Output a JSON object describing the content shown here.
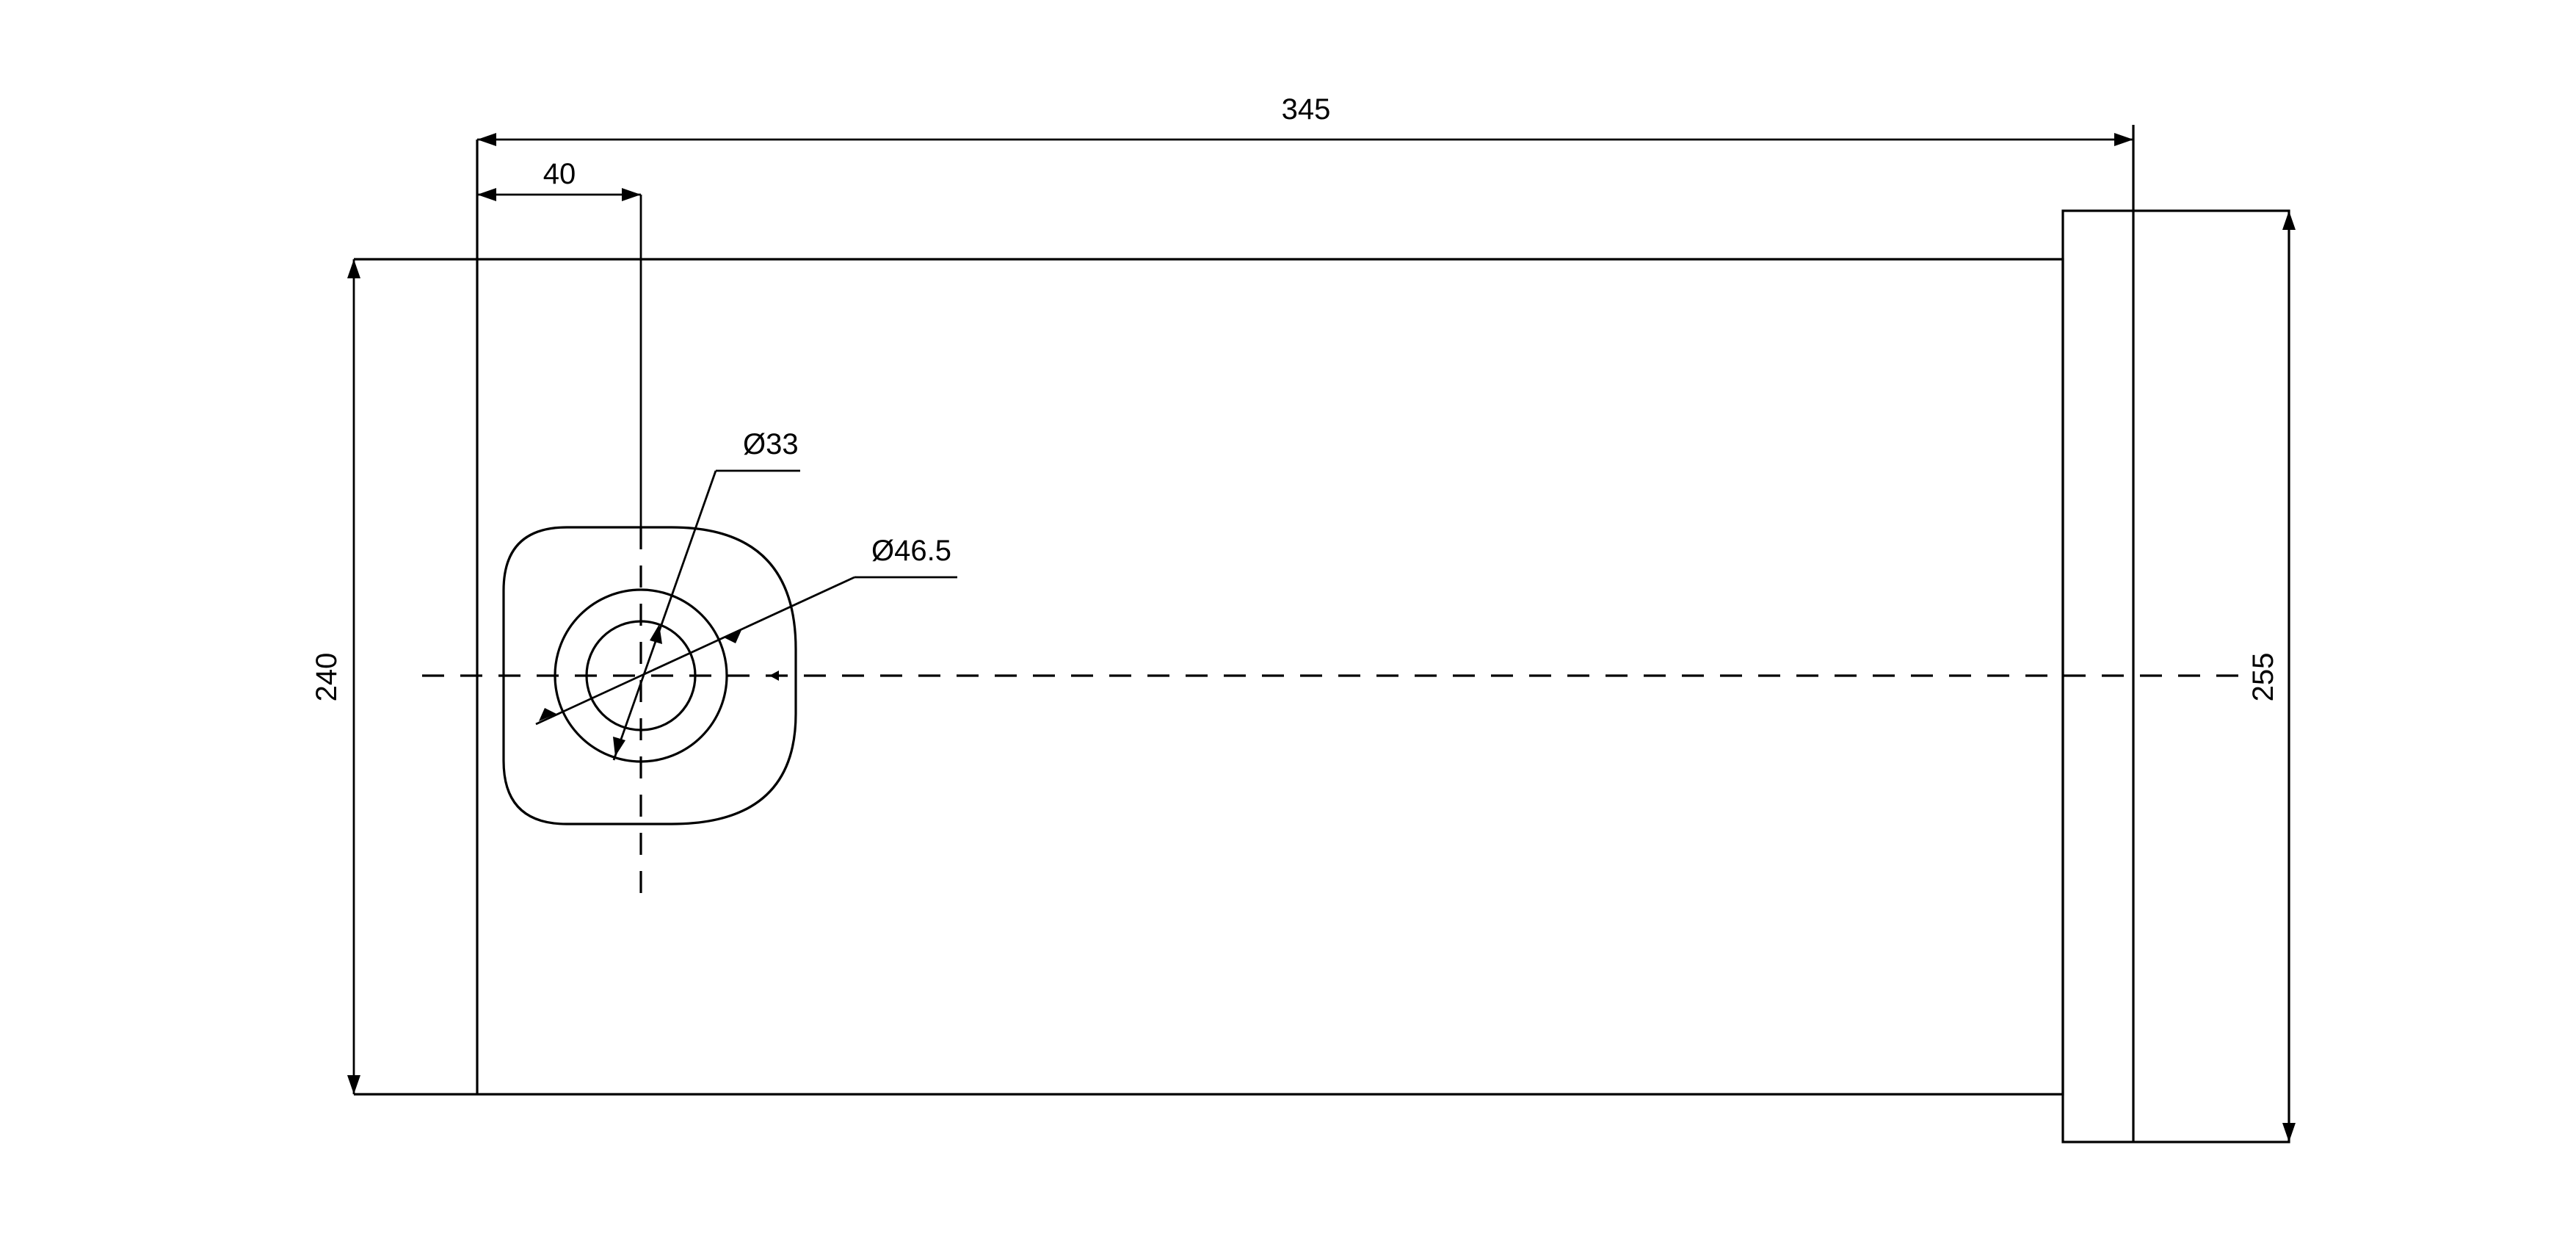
{
  "drawing": {
    "dimensions": {
      "overall_length": "345",
      "hole_offset": "40",
      "body_height": "240",
      "flange_height": "255",
      "inner_diameter": "Ø33",
      "outer_diameter": "Ø46.5"
    }
  }
}
